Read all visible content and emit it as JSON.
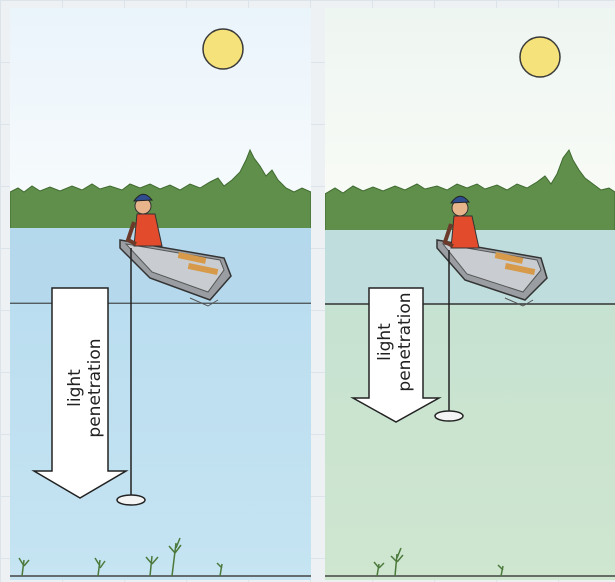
{
  "illustration": {
    "left_panel": {
      "arrow_label_line1": "light",
      "arrow_label_line2": "penetration",
      "light_penetration_relative": "deep"
    },
    "right_panel": {
      "arrow_label_line1": "light",
      "arrow_label_line2": "penetration",
      "light_penetration_relative": "shallow"
    }
  },
  "colors": {
    "sky_left": "#eef6fb",
    "sky_right": "#f4f9f4",
    "sun": "#f6e27a",
    "trees": "#5f8f4a",
    "water_left": "#bcdff0",
    "water_right": "#c8e3d0",
    "boat": "#9a9ea3",
    "life_vest": "#e24b2c",
    "cap": "#2f4d8f"
  }
}
